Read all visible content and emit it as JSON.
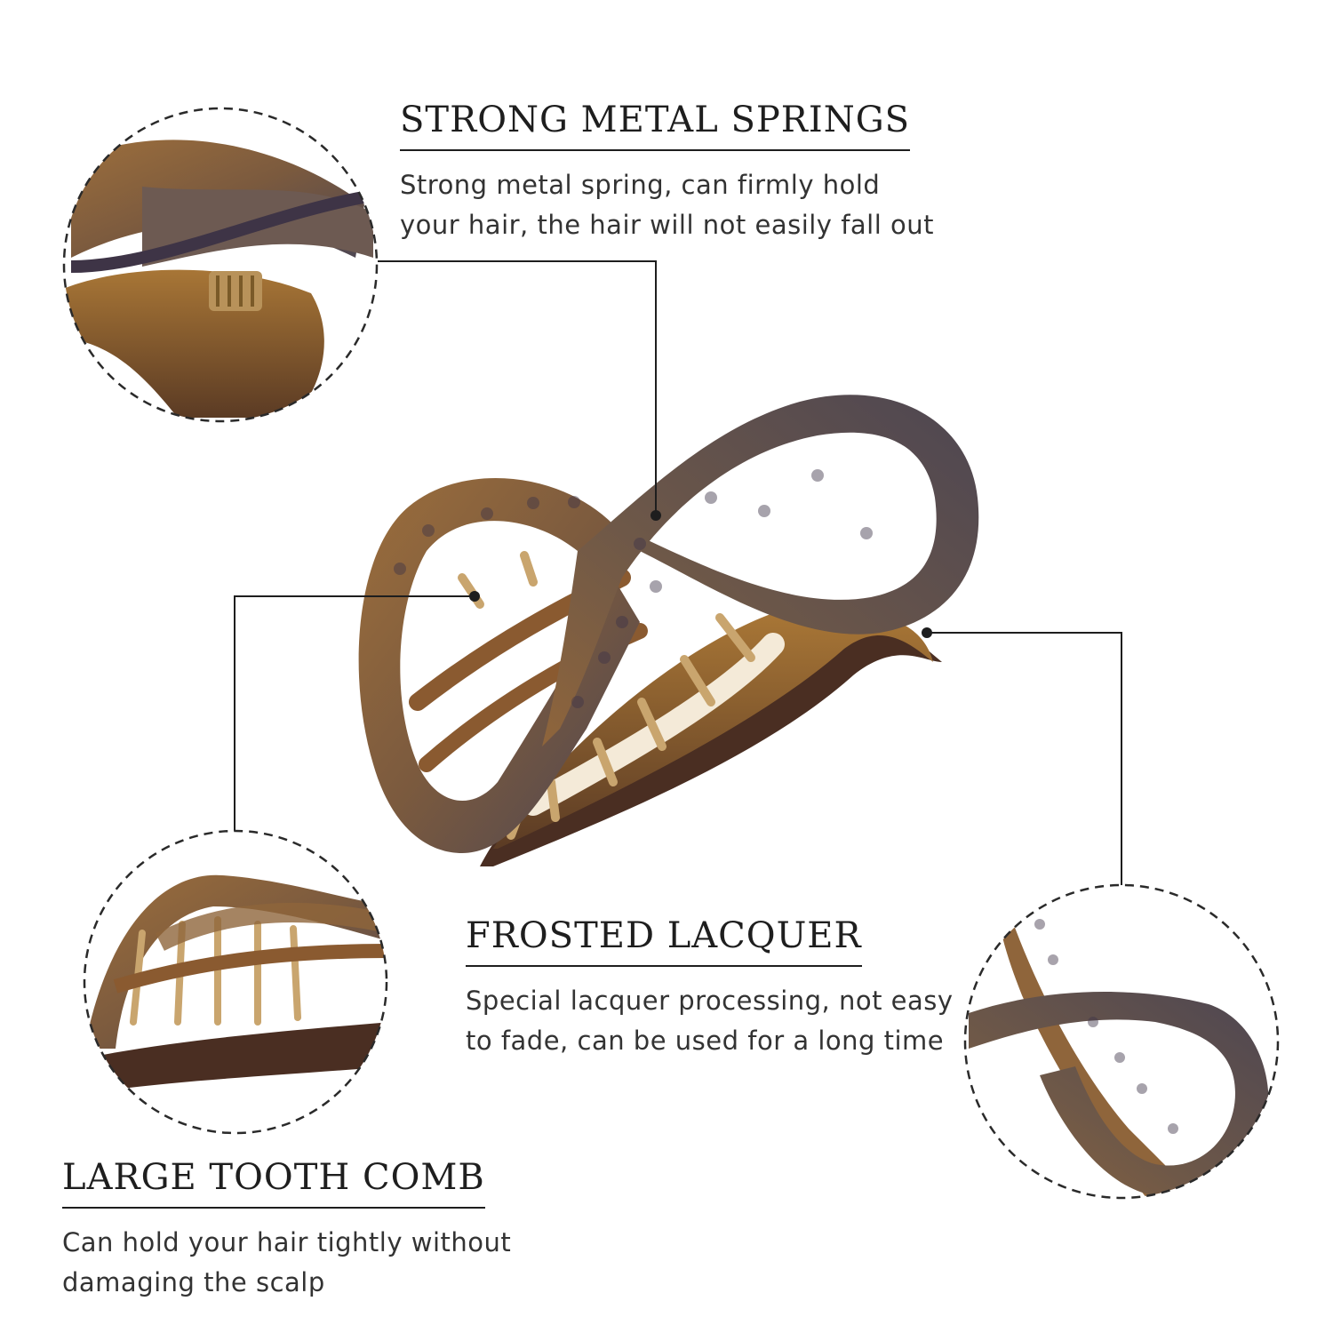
{
  "features": {
    "springs": {
      "title": "STRONG METAL SPRINGS",
      "desc_line1": "Strong metal spring, can firmly hold",
      "desc_line2": "your hair, the hair will not easily fall out"
    },
    "lacquer": {
      "title": "FROSTED LACQUER",
      "desc_line1": "Special lacquer processing, not easy",
      "desc_line2": "to fade, can be used for a long time"
    },
    "comb": {
      "title": "LARGE TOOTH COMB",
      "desc_line1": "Can hold your hair tightly without",
      "desc_line2": "damaging the scalp"
    }
  },
  "colors": {
    "text": "#1e1e1e",
    "clip_dark": "#4e4650",
    "clip_mid": "#7a5a3a",
    "clip_amber": "#a9773f",
    "teeth": "#c9a56e"
  },
  "icons": {
    "product": "hair-claw-clip-icon",
    "callout": "dashed-circle-detail"
  }
}
